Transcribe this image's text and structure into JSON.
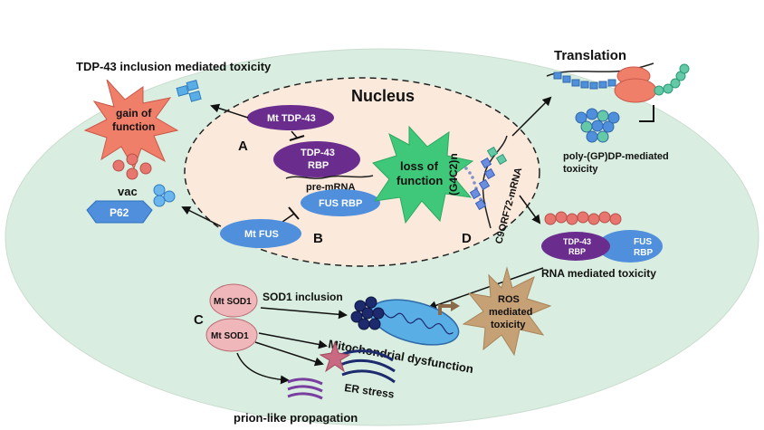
{
  "labels": {
    "nucleus": "Nucleus",
    "tdp43_toxicity": "TDP-43 inclusion mediated toxicity",
    "gain_line1": "gain of",
    "gain_line2": "function",
    "vac": "vac",
    "p62": "P62",
    "mt_tdp43": "Mt TDP-43",
    "tdp43_rbp_line1": "TDP-43",
    "tdp43_rbp_line2": "RBP",
    "pre_mrna": "pre-mRNA",
    "fus_rbp": "FUS RBP",
    "mt_fus": "Mt FUS",
    "label_a": "A",
    "label_b": "B",
    "label_c": "C",
    "label_d": "D",
    "loss_line1": "loss of",
    "loss_line2": "function",
    "g4c2": "(G4C2)n",
    "c9orf72": "C9ORF72-mRNA",
    "translation": "Translation",
    "polygp_line1": "poly-(GP)DP-mediated",
    "polygp_line2": "toxicity",
    "tdp43_small_line1": "TDP-43",
    "tdp43_small_line2": "RBP",
    "fus_small_line1": "FUS",
    "fus_small_line2": "RBP",
    "rna_toxicity": "RNA mediated toxicity",
    "mt_sod1_a": "Mt SOD1",
    "mt_sod1_b": "Mt SOD1",
    "sod1_inclusion": "SOD1 inclusion",
    "mito_dysfunction": "Mitochondrial dysfunction",
    "er_stress": "ER stress",
    "prion": "prion-like propagation",
    "ros_line1": "ROS",
    "ros_line2": "mediated",
    "ros_line3": "toxicity"
  },
  "colors": {
    "cell": "#d9eee0",
    "nucleus": "#fbeadb",
    "purple": "#6a2d8e",
    "blue": "#4f8fdc",
    "salmon": "#f07f6a",
    "green": "#3fc77a",
    "pink": "#efb7b9",
    "tan": "#c7a176",
    "navy": "#1d2a6e"
  }
}
